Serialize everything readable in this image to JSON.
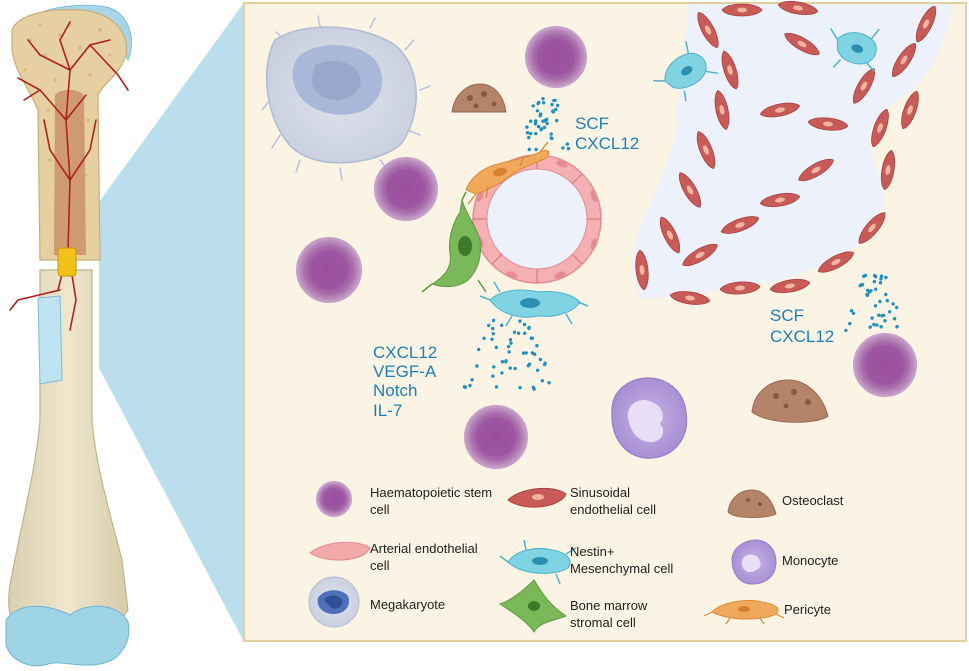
{
  "signals": {
    "top": [
      "SCF",
      "CXCL12"
    ],
    "right": [
      "SCF",
      "CXCL12"
    ],
    "left": [
      "CXCL12",
      "VEGF-A",
      "Notch",
      "IL-7"
    ]
  },
  "legend": {
    "hsc": [
      "Haematopoietic stem",
      "cell"
    ],
    "sinusoidal": [
      "Sinusoidal",
      "endothelial cell"
    ],
    "osteoclast": [
      "Osteoclast"
    ],
    "arterial": [
      "Arterial endothelial",
      "cell"
    ],
    "nestin": [
      "Nestin+",
      "Mesenchymal  cell"
    ],
    "monocyte": [
      "Monocyte"
    ],
    "megakaryote": [
      "Megakaryote"
    ],
    "stromal": [
      "Bone marrow",
      "stromal cell"
    ],
    "pericyte": [
      "Pericyte"
    ]
  },
  "colors": {
    "panel_bg": "#fbf4e4",
    "panel_border": "#e2cfa0",
    "signal_text": "#1f7fb8",
    "hsc": "#9a5aa0",
    "sinusoid_lumen": "#edf1fb",
    "sinusoidal_cell": "#c85a58",
    "arterial_cell": "#f2a9a9",
    "nestin_cell": "#7fd3e3",
    "stromal_cell": "#7ab85a",
    "pericyte": "#f0a85a",
    "osteoclast": "#b5826a",
    "monocyte": "#b9a2dc",
    "megakaryote": "#a9b8d8",
    "bone": "#ede3c8",
    "cartilage": "#9fd3e6"
  }
}
